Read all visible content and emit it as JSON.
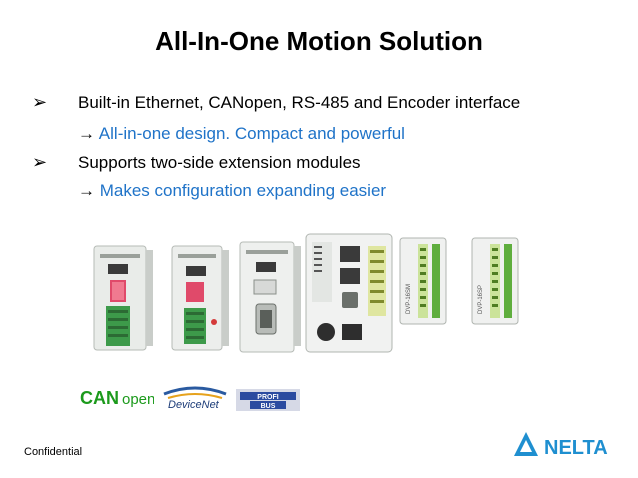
{
  "slide": {
    "title": "All-In-One Motion Solution",
    "bullet_glyph": "➢",
    "arrow_glyph": "→",
    "bullets": [
      {
        "text": "Built-in Ethernet, CANopen, RS-485 and Encoder interface",
        "sub": "All-in-one design. Compact and powerful"
      },
      {
        "text": "Supports two-side extension modules",
        "sub": "Makes configuration expanding easier"
      }
    ],
    "logos": {
      "canopen_can": "CAN",
      "canopen_open": "open",
      "devicenet": "DeviceNet",
      "profibus_top": "PROFI",
      "profibus_bottom": "BUS"
    },
    "modules": {
      "module5_label": "DVP-16SM",
      "module6_label": "DVP-16SP"
    },
    "footer": {
      "confidential": "Confidential",
      "brand": "NELTA"
    }
  }
}
